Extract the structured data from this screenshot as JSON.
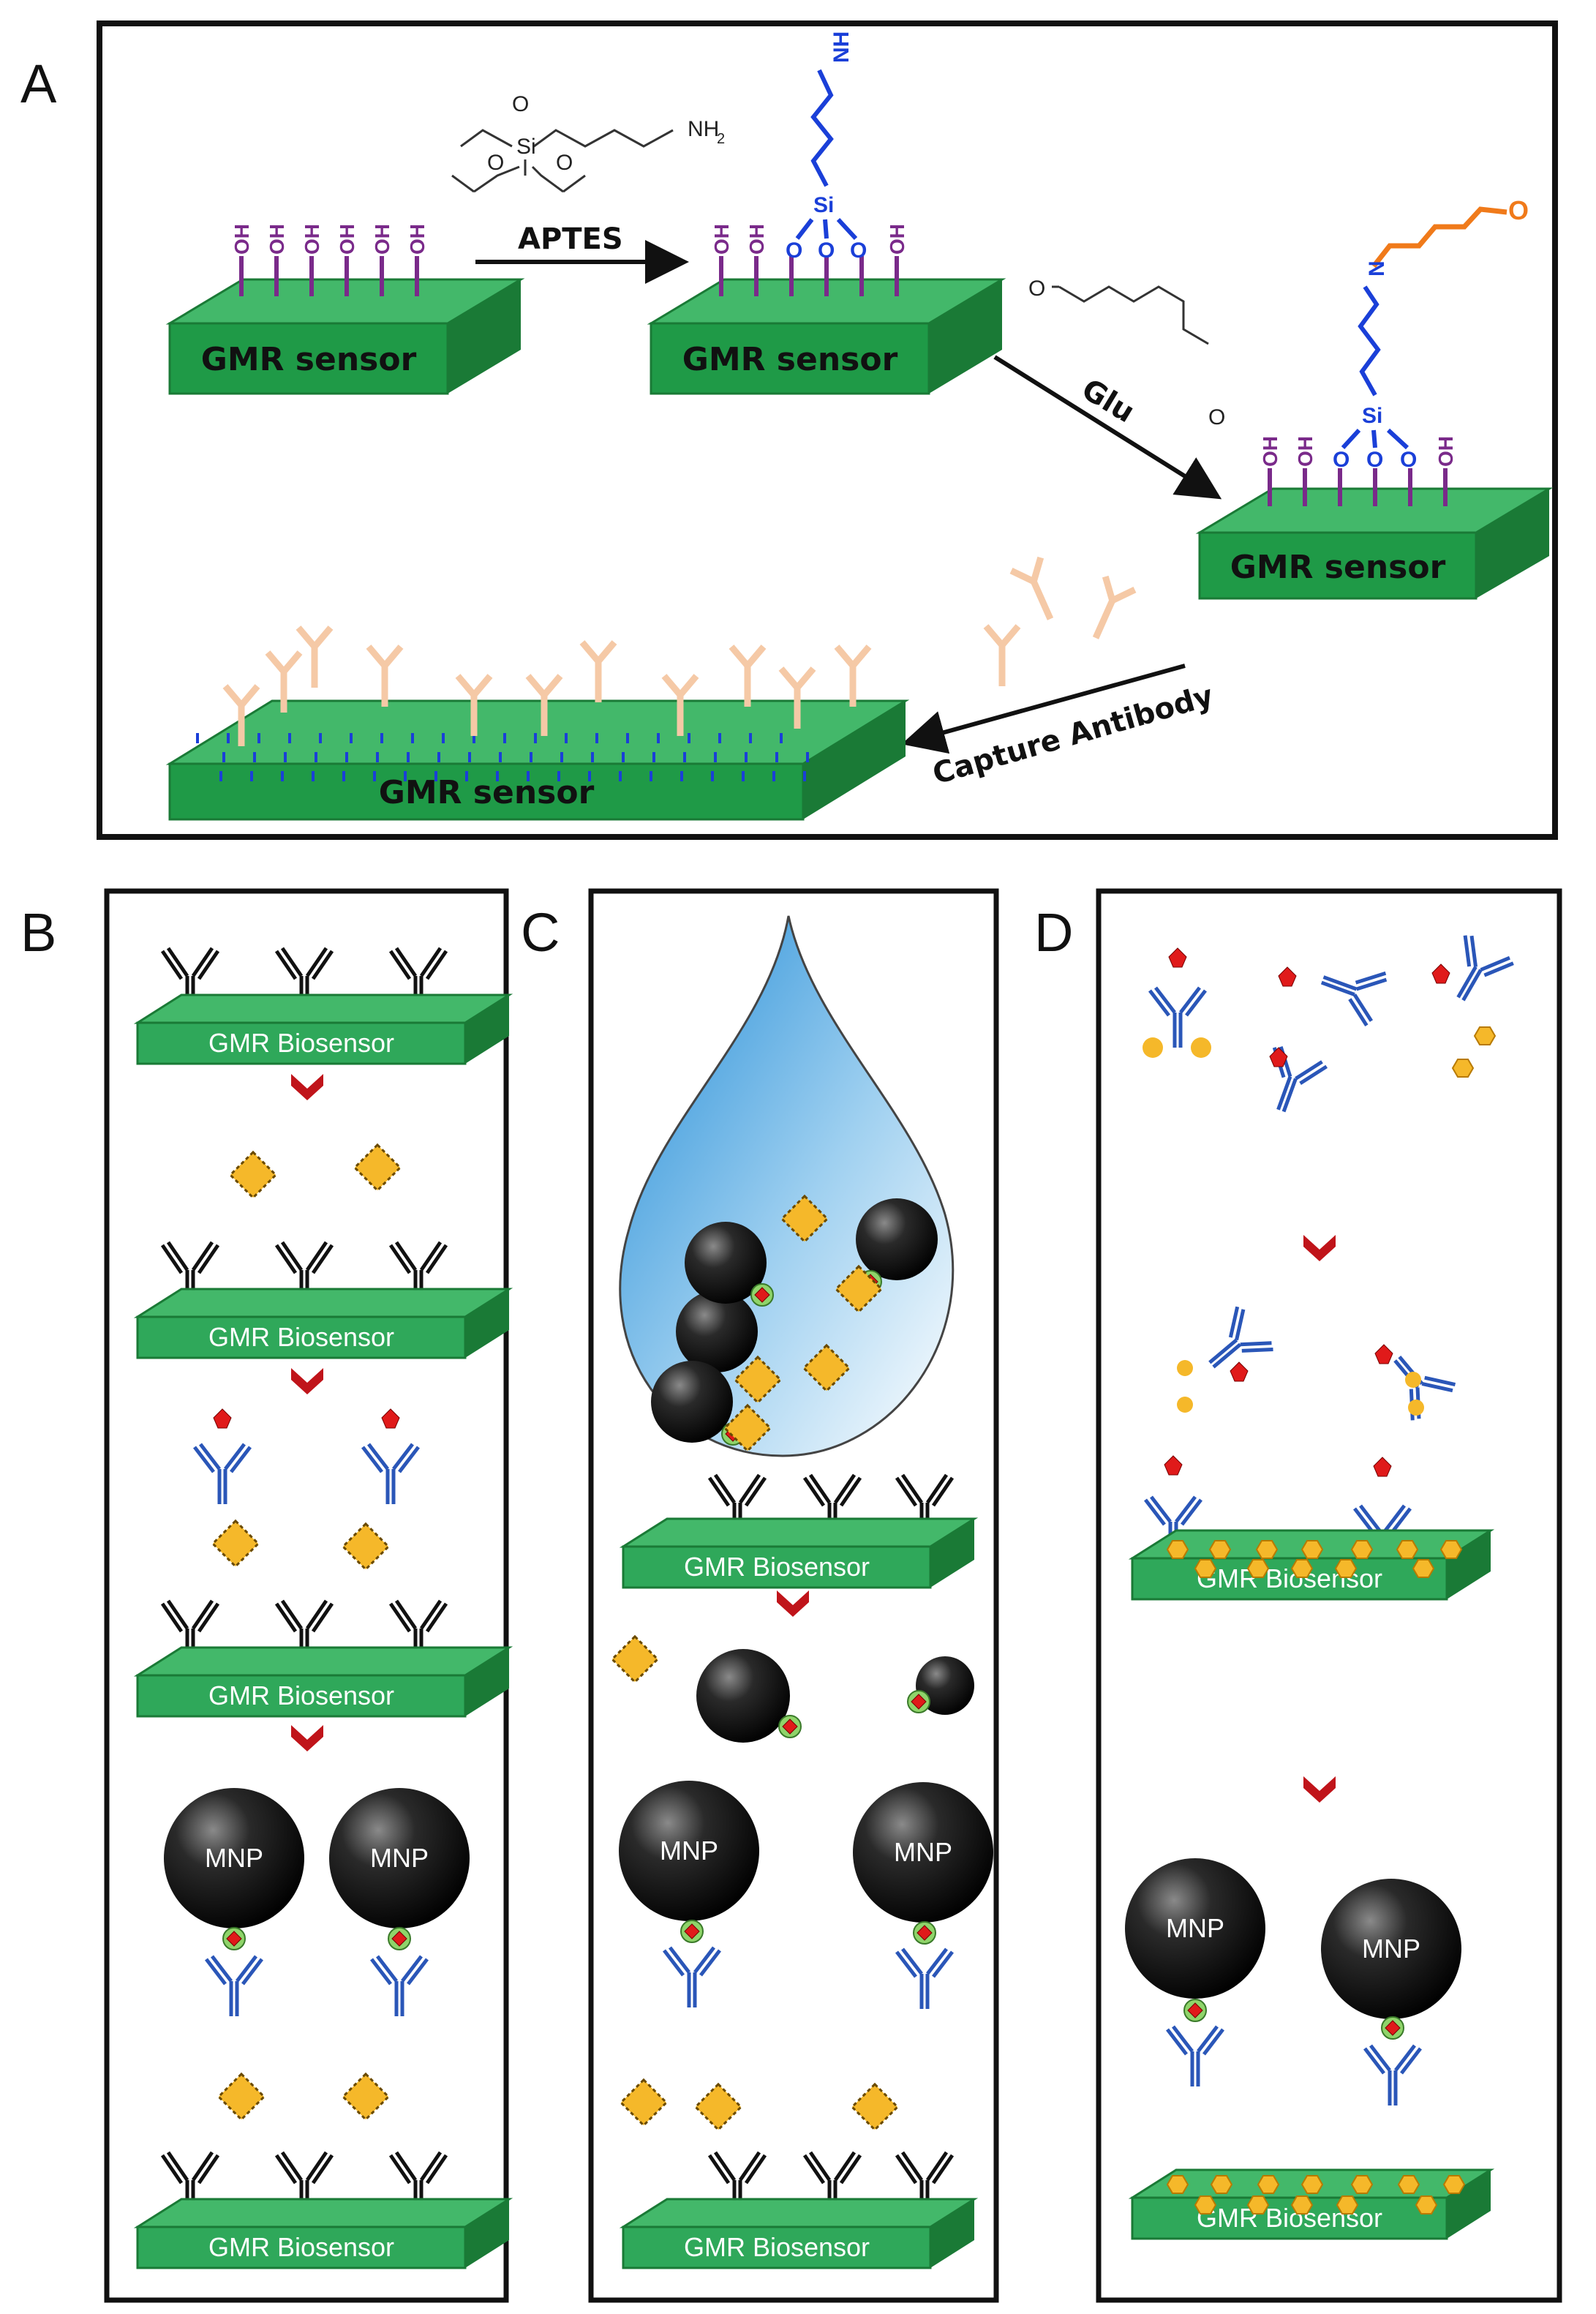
{
  "panel_letters": {
    "a": "A",
    "b": "B",
    "c": "C",
    "d": "D"
  },
  "panel_a": {
    "sensor_label": "GMR sensor",
    "aptes_label": "APTES",
    "glu_label": "Glu",
    "capture_label": "Capture Antibody",
    "oh": "OH",
    "o": "O",
    "si": "Si",
    "n": "N",
    "nh2": "NH",
    "nh2_sub": "2",
    "aldehyde_o": "O"
  },
  "biosensor_label": "GMR Biosensor",
  "mnp_label": "MNP",
  "colors": {
    "sensor_green_top": "#43b86a",
    "sensor_green_front": "#1f9a47",
    "sensor_dark_green": "#1a7a36",
    "oh_purple": "#7a2a8a",
    "aptes_blue": "#1a3fd8",
    "glu_orange": "#f07a1a",
    "capture_antibody": "#f5c9a6",
    "detection_antibody": "#2a56b8",
    "antigen_yellow": "#f5b82a",
    "biotin_red": "#e01a1a",
    "streptavidin_green": "#8fd46a",
    "chevron_red": "#c0141a"
  }
}
